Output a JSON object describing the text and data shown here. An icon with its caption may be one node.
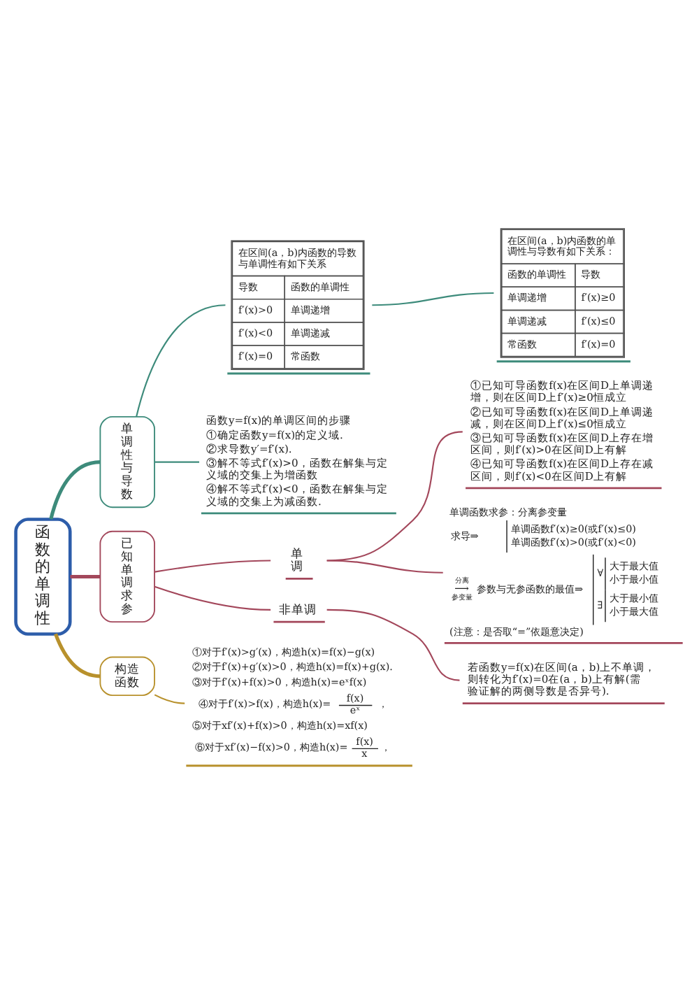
{
  "diagram": {
    "nodes": [
      {
        "text": [
          "函数的单调性"
        ]
      },
      {
        "text": [
          "单调性与导数"
        ]
      },
      {
        "text": [
          "在区间(a，b)内函数的导数与单调性有如下关系",
          "导数",
          "函数的单调性",
          "f′(x)>0",
          "单调递增",
          "f′(x)<0",
          "单调递减",
          "f′(x)=0",
          "常函数"
        ]
      },
      {
        "text": [
          "在区间(a，b)内函数的单调性与导数有如下关系：",
          "函数的单调性",
          "导数",
          "单调递增",
          "f′(x)≥0",
          "单调递减",
          "f′(x)≤0",
          "常函数",
          "f′(x)=0"
        ]
      },
      {
        "text": [
          "函数y=f(x)的单调区间的步骤",
          "①确定函数y=f(x)的定义域.",
          "②求导数y′=f′(x).",
          "③解不等式f′(x)>0，函数在解集与定义域的交集上为增函数",
          "④解不等式f′(x)<0，函数在解集与定义域的交集上为减函数."
        ]
      },
      {
        "text": [
          "已知单调求参"
        ]
      },
      {
        "text": [
          "单调"
        ]
      },
      {
        "text": [
          "①已知可导函数f(x)在区间D上单调递增，则在区间D上f′(x)≥0恒成立",
          "②已知可导函数f(x)在区间D上单调递减，则在区间D上f′(x)≤0恒成立",
          "③已知可导函数f(x)在区间D上存在增区间，则f′(x)>0在区间D上有解",
          "④已知可导函数f(x)在区间D上存在减区间，则f′(x)<0在区间D上有解"
        ]
      },
      {
        "text": [
          "单调函数求参：分离参变量",
          "求导⇒",
          "单调函数f′(x)≥0(或f′(x)≤0)",
          "单调函数f′(x)>0(或f′(x)<0)",
          "分离",
          "⟶",
          "参变量",
          "参数与无参函数的最值⇒",
          "∀",
          "大于最大值",
          "小于最小值",
          "∃",
          "大于最小值",
          "小于最大值",
          "(注意：是否取“=”依题意决定)"
        ]
      },
      {
        "text": [
          "非单调"
        ]
      },
      {
        "text": [
          "若函数y=f(x)在区间(a，b)上不单调，则转化为f′(x)=0在(a，b)上有解(需验证解的两侧导数是否异号)."
        ]
      },
      {
        "text": [
          "构造函数"
        ]
      },
      {
        "text": [
          "①对于f′(x)>g′(x)，构造h(x)=f(x)−g(x)",
          "②对于f′(x)+g′(x)>0，构造h(x)=f(x)+g(x).",
          "③对于f′(x)+f(x)>0，构造h(x)=eˣf(x)",
          "④对于f′(x)>f(x)，构造h(x)=",
          "f(x)",
          "eˣ",
          "，",
          "⑤对于xf′(x)+f(x)>0，构造h(x)=xf(x)",
          "⑥对于xf′(x)−f(x)>0，构造h(x)=",
          "f(x)",
          "x",
          "，"
        ]
      }
    ],
    "edges": [
      {
        "from": 0,
        "to": 1,
        "arrow": "none",
        "style": "thick",
        "color": "#3d8b7b"
      },
      {
        "from": 1,
        "to": 2,
        "arrow": "none",
        "color": "#3d8b7b"
      },
      {
        "from": 2,
        "to": 3,
        "arrow": "none",
        "color": "#3d8b7b"
      },
      {
        "from": 1,
        "to": 4,
        "arrow": "none",
        "color": "#3d8b7b"
      },
      {
        "from": 0,
        "to": 5,
        "arrow": "none",
        "style": "thick"
      },
      {
        "from": 5,
        "to": 6,
        "arrow": "none"
      },
      {
        "from": 6,
        "to": 7,
        "arrow": "none"
      },
      {
        "from": 6,
        "to": 8,
        "arrow": "none"
      },
      {
        "from": 5,
        "to": 9,
        "arrow": "none"
      },
      {
        "from": 9,
        "to": 10,
        "arrow": "none"
      },
      {
        "from": 0,
        "to": 11,
        "arrow": "none",
        "style": "thick",
        "color": "#b8912c"
      },
      {
        "from": 11,
        "to": 12,
        "arrow": "none",
        "color": "#b8912c"
      }
    ]
  }
}
